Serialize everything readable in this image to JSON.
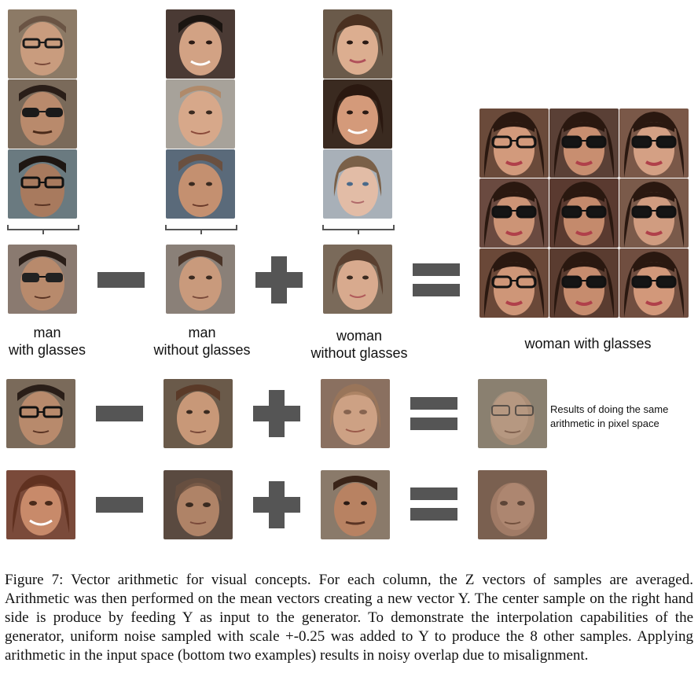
{
  "figure": {
    "labels": {
      "col1_line1": "man",
      "col1_line2": "with glasses",
      "col2_line1": "man",
      "col2_line2": "without glasses",
      "col3_line1": "woman",
      "col3_line2": "without glasses",
      "result": "woman with glasses"
    },
    "pixel_note_line1": "Results of doing the same",
    "pixel_note_line2": "arithmetic in pixel space",
    "caption": "Figure 7: Vector arithmetic for visual concepts. For each column, the Z vectors of samples are averaged. Arithmetic was then performed on the mean vectors creating a new vector Y. The center sample on the right hand side is produce by feeding Y as input to the generator. To demonstrate the interpolation capabilities of the generator, uniform noise sampled with scale +-0.25 was added to Y to produce the 8 other samples. Applying arithmetic in the input space (bottom two examples) results in noisy overlap due to misalignment."
  },
  "colors": {
    "operator": "#555555",
    "skin_light": "#d9a98a",
    "skin_mid": "#c08a6a",
    "hair_dark": "#3a2a20",
    "glasses": "#1a1a1a"
  }
}
